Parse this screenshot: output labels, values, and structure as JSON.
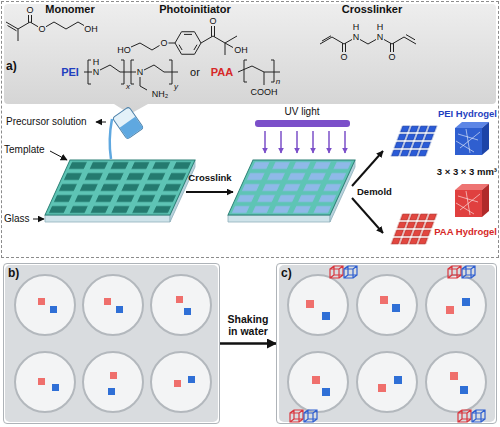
{
  "diagram": {
    "nodes": [
      {
        "text": [
          "a)"
        ]
      },
      {
        "text": [
          "b)"
        ]
      },
      {
        "text": [
          "c)"
        ]
      }
    ],
    "edges": [
      {
        "from": 1,
        "to": 2,
        "arrow": "to",
        "label": "Shaking in water"
      }
    ],
    "labels": [
      "Monomer",
      "O",
      "O",
      "OH",
      "Photoinitiator",
      "HO",
      "O",
      "O",
      "OH",
      "Crosslinker",
      "O",
      "N",
      "H",
      "N",
      "H",
      "O",
      "PEI",
      "H",
      "N",
      "x",
      "N",
      "y",
      "NH₂",
      "or",
      "PAA",
      "n",
      "COOH",
      "Precursor solution",
      "Template",
      "Glass",
      "UV light",
      "Crosslink",
      "Demold",
      "PEI Hydrogel",
      "3 × 3 × 3 mm³",
      "PAA Hydrogel"
    ]
  }
}
